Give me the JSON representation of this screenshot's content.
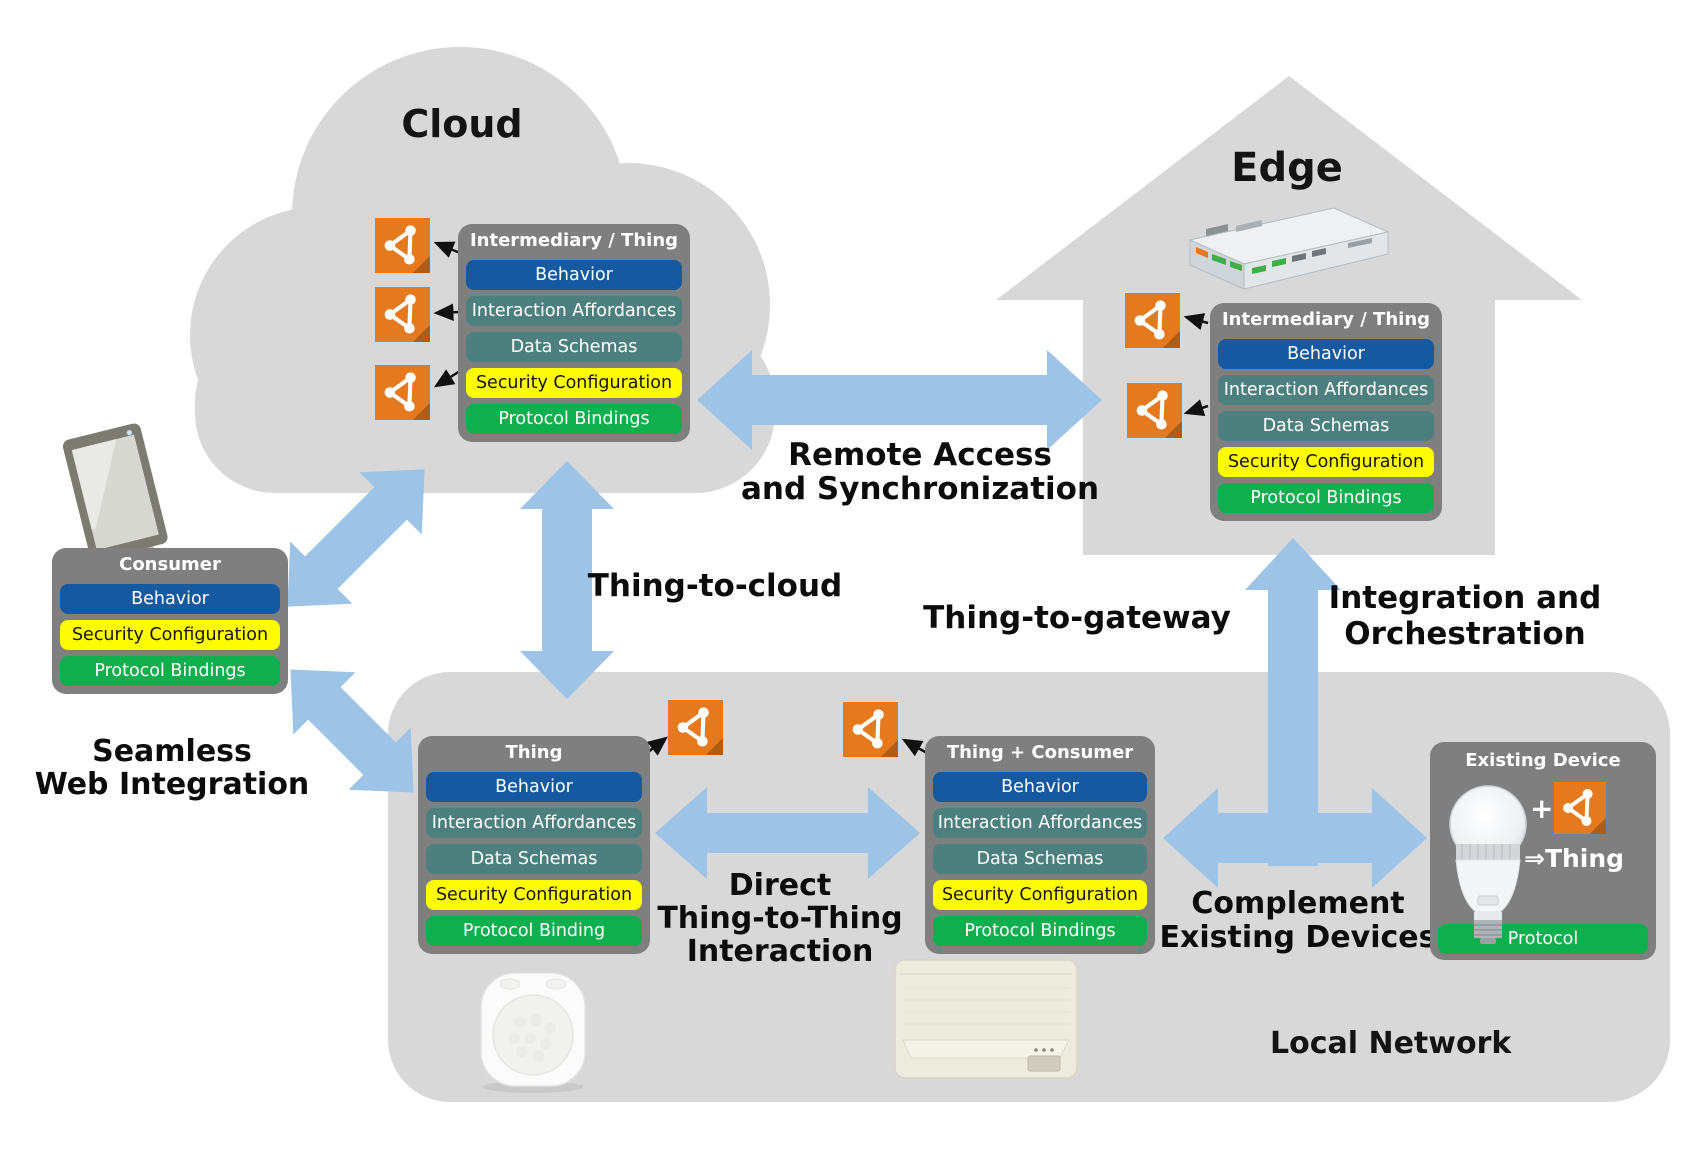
{
  "regions": {
    "cloud": {
      "label": "Cloud"
    },
    "edge": {
      "label": "Edge"
    },
    "local_network": {
      "label": "Local Network"
    }
  },
  "boxes": {
    "cloud_intermediary": {
      "title": "Intermediary / Thing",
      "rows": [
        {
          "label": "Behavior",
          "type": "behavior"
        },
        {
          "label": "Interaction Affordances",
          "type": "affordances"
        },
        {
          "label": "Data Schemas",
          "type": "schemas"
        },
        {
          "label": "Security Configuration",
          "type": "security"
        },
        {
          "label": "Protocol Bindings",
          "type": "protocol"
        }
      ]
    },
    "edge_intermediary": {
      "title": "Intermediary / Thing",
      "rows": [
        {
          "label": "Behavior",
          "type": "behavior"
        },
        {
          "label": "Interaction Affordances",
          "type": "affordances"
        },
        {
          "label": "Data Schemas",
          "type": "schemas"
        },
        {
          "label": "Security Configuration",
          "type": "security"
        },
        {
          "label": "Protocol Bindings",
          "type": "protocol"
        }
      ]
    },
    "consumer": {
      "title": "Consumer",
      "rows": [
        {
          "label": "Behavior",
          "type": "behavior"
        },
        {
          "label": "Security Configuration",
          "type": "security"
        },
        {
          "label": "Protocol Bindings",
          "type": "protocol"
        }
      ]
    },
    "thing": {
      "title": "Thing",
      "rows": [
        {
          "label": "Behavior",
          "type": "behavior"
        },
        {
          "label": "Interaction Affordances",
          "type": "affordances"
        },
        {
          "label": "Data Schemas",
          "type": "schemas"
        },
        {
          "label": "Security Configuration",
          "type": "security"
        },
        {
          "label": "Protocol Binding",
          "type": "protocol"
        }
      ]
    },
    "thing_consumer": {
      "title": "Thing + Consumer",
      "rows": [
        {
          "label": "Behavior",
          "type": "behavior"
        },
        {
          "label": "Interaction Affordances",
          "type": "affordances"
        },
        {
          "label": "Data Schemas",
          "type": "schemas"
        },
        {
          "label": "Security Configuration",
          "type": "security"
        },
        {
          "label": "Protocol Bindings",
          "type": "protocol"
        }
      ]
    },
    "existing_device": {
      "title": "Existing Device",
      "plus": "+",
      "becomes": "⇒Thing",
      "protocol": "Protocol"
    }
  },
  "connections": {
    "remote_access_line1": "Remote Access",
    "remote_access_line2": "and Synchronization",
    "thing_to_cloud": "Thing-to-cloud",
    "thing_to_gateway": "Thing-to-gateway",
    "integration_line1": "Integration and",
    "integration_line2": "Orchestration",
    "seamless_line1": "Seamless",
    "seamless_line2": "Web Integration",
    "direct_line1": "Direct",
    "direct_line2": "Thing-to-Thing",
    "direct_line3": "Interaction",
    "complement_line1": "Complement",
    "complement_line2": "Existing Devices"
  },
  "icons": {
    "td": "thing-description-icon"
  },
  "colors": {
    "region_fill": "#d8d8d8",
    "card_fill": "#7f7f7f",
    "behavior_blue": "#1559a0",
    "affordance_teal": "#4e7f7f",
    "security_yellow": "#fdfd00",
    "protocol_green": "#0fae4e",
    "td_orange": "#e5791e",
    "arrow_blue": "#9dc3e6"
  }
}
